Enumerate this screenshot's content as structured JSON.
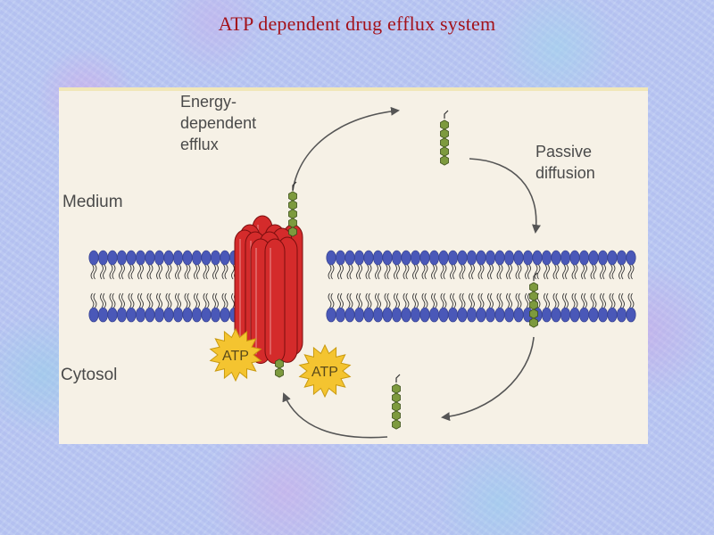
{
  "slide": {
    "title": "ATP dependent drug efflux system"
  },
  "diagram": {
    "labels": {
      "energy_efflux_line1": "Energy-",
      "energy_efflux_line2": "dependent",
      "energy_efflux_line3": "efflux",
      "passive_line1": "Passive",
      "passive_line2": "diffusion",
      "medium": "Medium",
      "cytosol": "Cytosol",
      "atp_left": "ATP",
      "atp_right": "ATP"
    },
    "colors": {
      "panel_background": "#f6f1e6",
      "membrane_head": "#4a58b8",
      "pump": "#d42b2b",
      "drug_molecule": "#7d9a3e",
      "atp_burst": "#f4c430",
      "arrow": "#555555",
      "title": "#a3121b"
    }
  }
}
